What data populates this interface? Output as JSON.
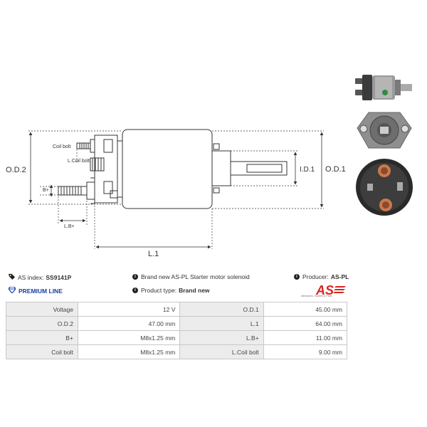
{
  "drawing": {
    "dims": {
      "od2": "O.D.2",
      "od1": "O.D.1",
      "id1": "I.D.1",
      "l1": "L.1",
      "lbplus": "L.B+",
      "bplus": "B+",
      "coil_bolt": "Coil bolt",
      "lcoil_bolt": "L.Coil bolt"
    }
  },
  "info": {
    "as_index_label": "AS index:",
    "as_index_value": "SS9141P",
    "premium": "PREMIUM LINE",
    "description": "Brand new AS-PL Starter motor solenoid",
    "product_type_label": "Product type:",
    "product_type_value": "Brand new",
    "producer_label": "Producer:",
    "producer_value": "AS-PL"
  },
  "logo": {
    "text": "AS",
    "tagline": "Alternators, Starters & Parts",
    "color": "#d7261e"
  },
  "specs": [
    {
      "k1": "Voltage",
      "v1": "12 V",
      "k2": "O.D.1",
      "v2": "45.00 mm"
    },
    {
      "k1": "O.D.2",
      "v1": "47.00 mm",
      "k2": "L.1",
      "v2": "64.00 mm"
    },
    {
      "k1": "B+",
      "v1": "M8x1.25 mm",
      "k2": "L.B+",
      "v2": "11.00 mm"
    },
    {
      "k1": "Coil bolt",
      "v1": "M8x1.25 mm",
      "k2": "L.Coil bolt",
      "v2": "9.00 mm"
    }
  ]
}
